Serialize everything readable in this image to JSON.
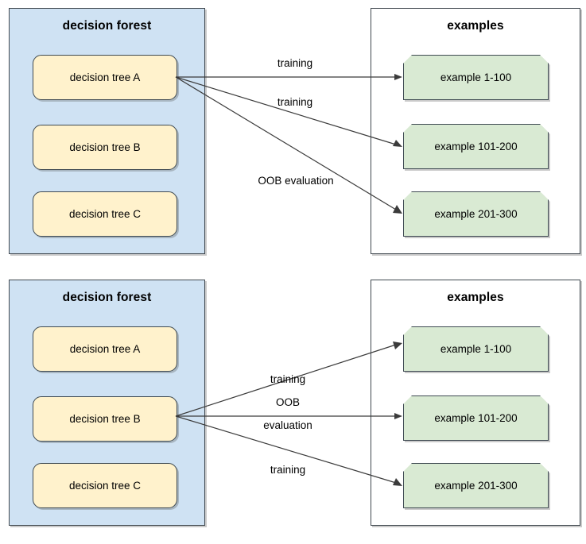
{
  "diagrams": [
    {
      "id": "top",
      "forest_panel": {
        "title": "decision forest",
        "trees": [
          {
            "label": "decision tree A"
          },
          {
            "label": "decision tree B"
          },
          {
            "label": "decision tree C"
          }
        ]
      },
      "examples_panel": {
        "title": "examples",
        "examples": [
          {
            "label": "example 1-100"
          },
          {
            "label": "example 101-200"
          },
          {
            "label": "example 201-300"
          }
        ]
      },
      "edges": [
        {
          "from": "decision tree A",
          "to": "example 1-100",
          "label": "training"
        },
        {
          "from": "decision tree A",
          "to": "example 101-200",
          "label": "training"
        },
        {
          "from": "decision tree A",
          "to": "example 201-300",
          "label": "OOB evaluation"
        }
      ]
    },
    {
      "id": "bottom",
      "forest_panel": {
        "title": "decision forest",
        "trees": [
          {
            "label": "decision tree A"
          },
          {
            "label": "decision tree B"
          },
          {
            "label": "decision tree C"
          }
        ]
      },
      "examples_panel": {
        "title": "examples",
        "examples": [
          {
            "label": "example 1-100"
          },
          {
            "label": "example 101-200"
          },
          {
            "label": "example 201-300"
          }
        ]
      },
      "edges": [
        {
          "from": "decision tree B",
          "to": "example 1-100",
          "label": "training"
        },
        {
          "from": "decision tree B",
          "to": "example 101-200",
          "label_line1": "OOB",
          "label_line2": "evaluation"
        },
        {
          "from": "decision tree B",
          "to": "example 201-300",
          "label": "training"
        }
      ]
    }
  ],
  "colors": {
    "forest_panel_fill": "#cfe2f3",
    "examples_panel_fill": "#ffffff",
    "tree_box_fill": "#fff2cc",
    "example_box_fill": "#d9ead3",
    "border": "#3f4a52",
    "arrow": "#3b3b3b",
    "text": "#000000",
    "background": "#ffffff"
  }
}
